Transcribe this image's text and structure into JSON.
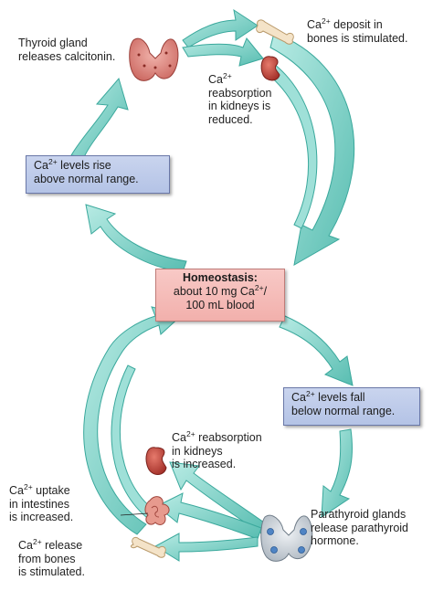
{
  "colors": {
    "arrow_fill": "#7fd1c8",
    "arrow_edge": "#3aa89c",
    "box_blue": "#c2cfee",
    "box_pink": "#f5bcb8",
    "kidney": "#c24a40",
    "thyroid": "#d9847f",
    "parathyroid": "#cfd6dc",
    "bone": "#f1dcc0"
  },
  "icons": [
    "thyroid-gland-icon",
    "bone-icon",
    "kidney-icon",
    "intestine-icon",
    "parathyroid-glands-icon"
  ],
  "labels": {
    "thyroid": {
      "line1": "Thyroid gland",
      "line2": "releases calcitonin."
    },
    "bone_deposit": {
      "line1_a": "Ca",
      "line1_sup": "2+",
      "line1_b": " deposit in",
      "line2": "bones is stimulated."
    },
    "kidney_top": {
      "line1_a": "Ca",
      "line1_sup": "2+",
      "line2": "reabsorption",
      "line3": "in kidneys is",
      "line4": "reduced."
    },
    "kidney_bottom": {
      "line1_a": "Ca",
      "line1_sup": "2+",
      "line1_b": " reabsorption",
      "line2": "in kidneys",
      "line3": "is increased."
    },
    "intestine": {
      "line1_a": "Ca",
      "line1_sup": "2+",
      "line1_b": " uptake",
      "line2": "in intestines",
      "line3": "is increased."
    },
    "bone_release": {
      "line1_a": "Ca",
      "line1_sup": "2+",
      "line1_b": " release",
      "line2": "from bones",
      "line3": "is stimulated."
    },
    "parathyroid": {
      "line1": "Parathyroid glands",
      "line2": "release parathyroid",
      "line3": "hormone."
    }
  },
  "boxes": {
    "rise": {
      "line1_a": "Ca",
      "line1_sup": "2+",
      "line1_b": " levels rise",
      "line2": "above normal range."
    },
    "fall": {
      "line1_a": "Ca",
      "line1_sup": "2+",
      "line1_b": "  levels fall",
      "line2": "below normal range."
    },
    "homeostasis": {
      "title": "Homeostasis:",
      "line2_a": "about 10 mg Ca",
      "line2_sup": "2+",
      "line2_b": "/",
      "line3": "100 mL blood"
    }
  }
}
